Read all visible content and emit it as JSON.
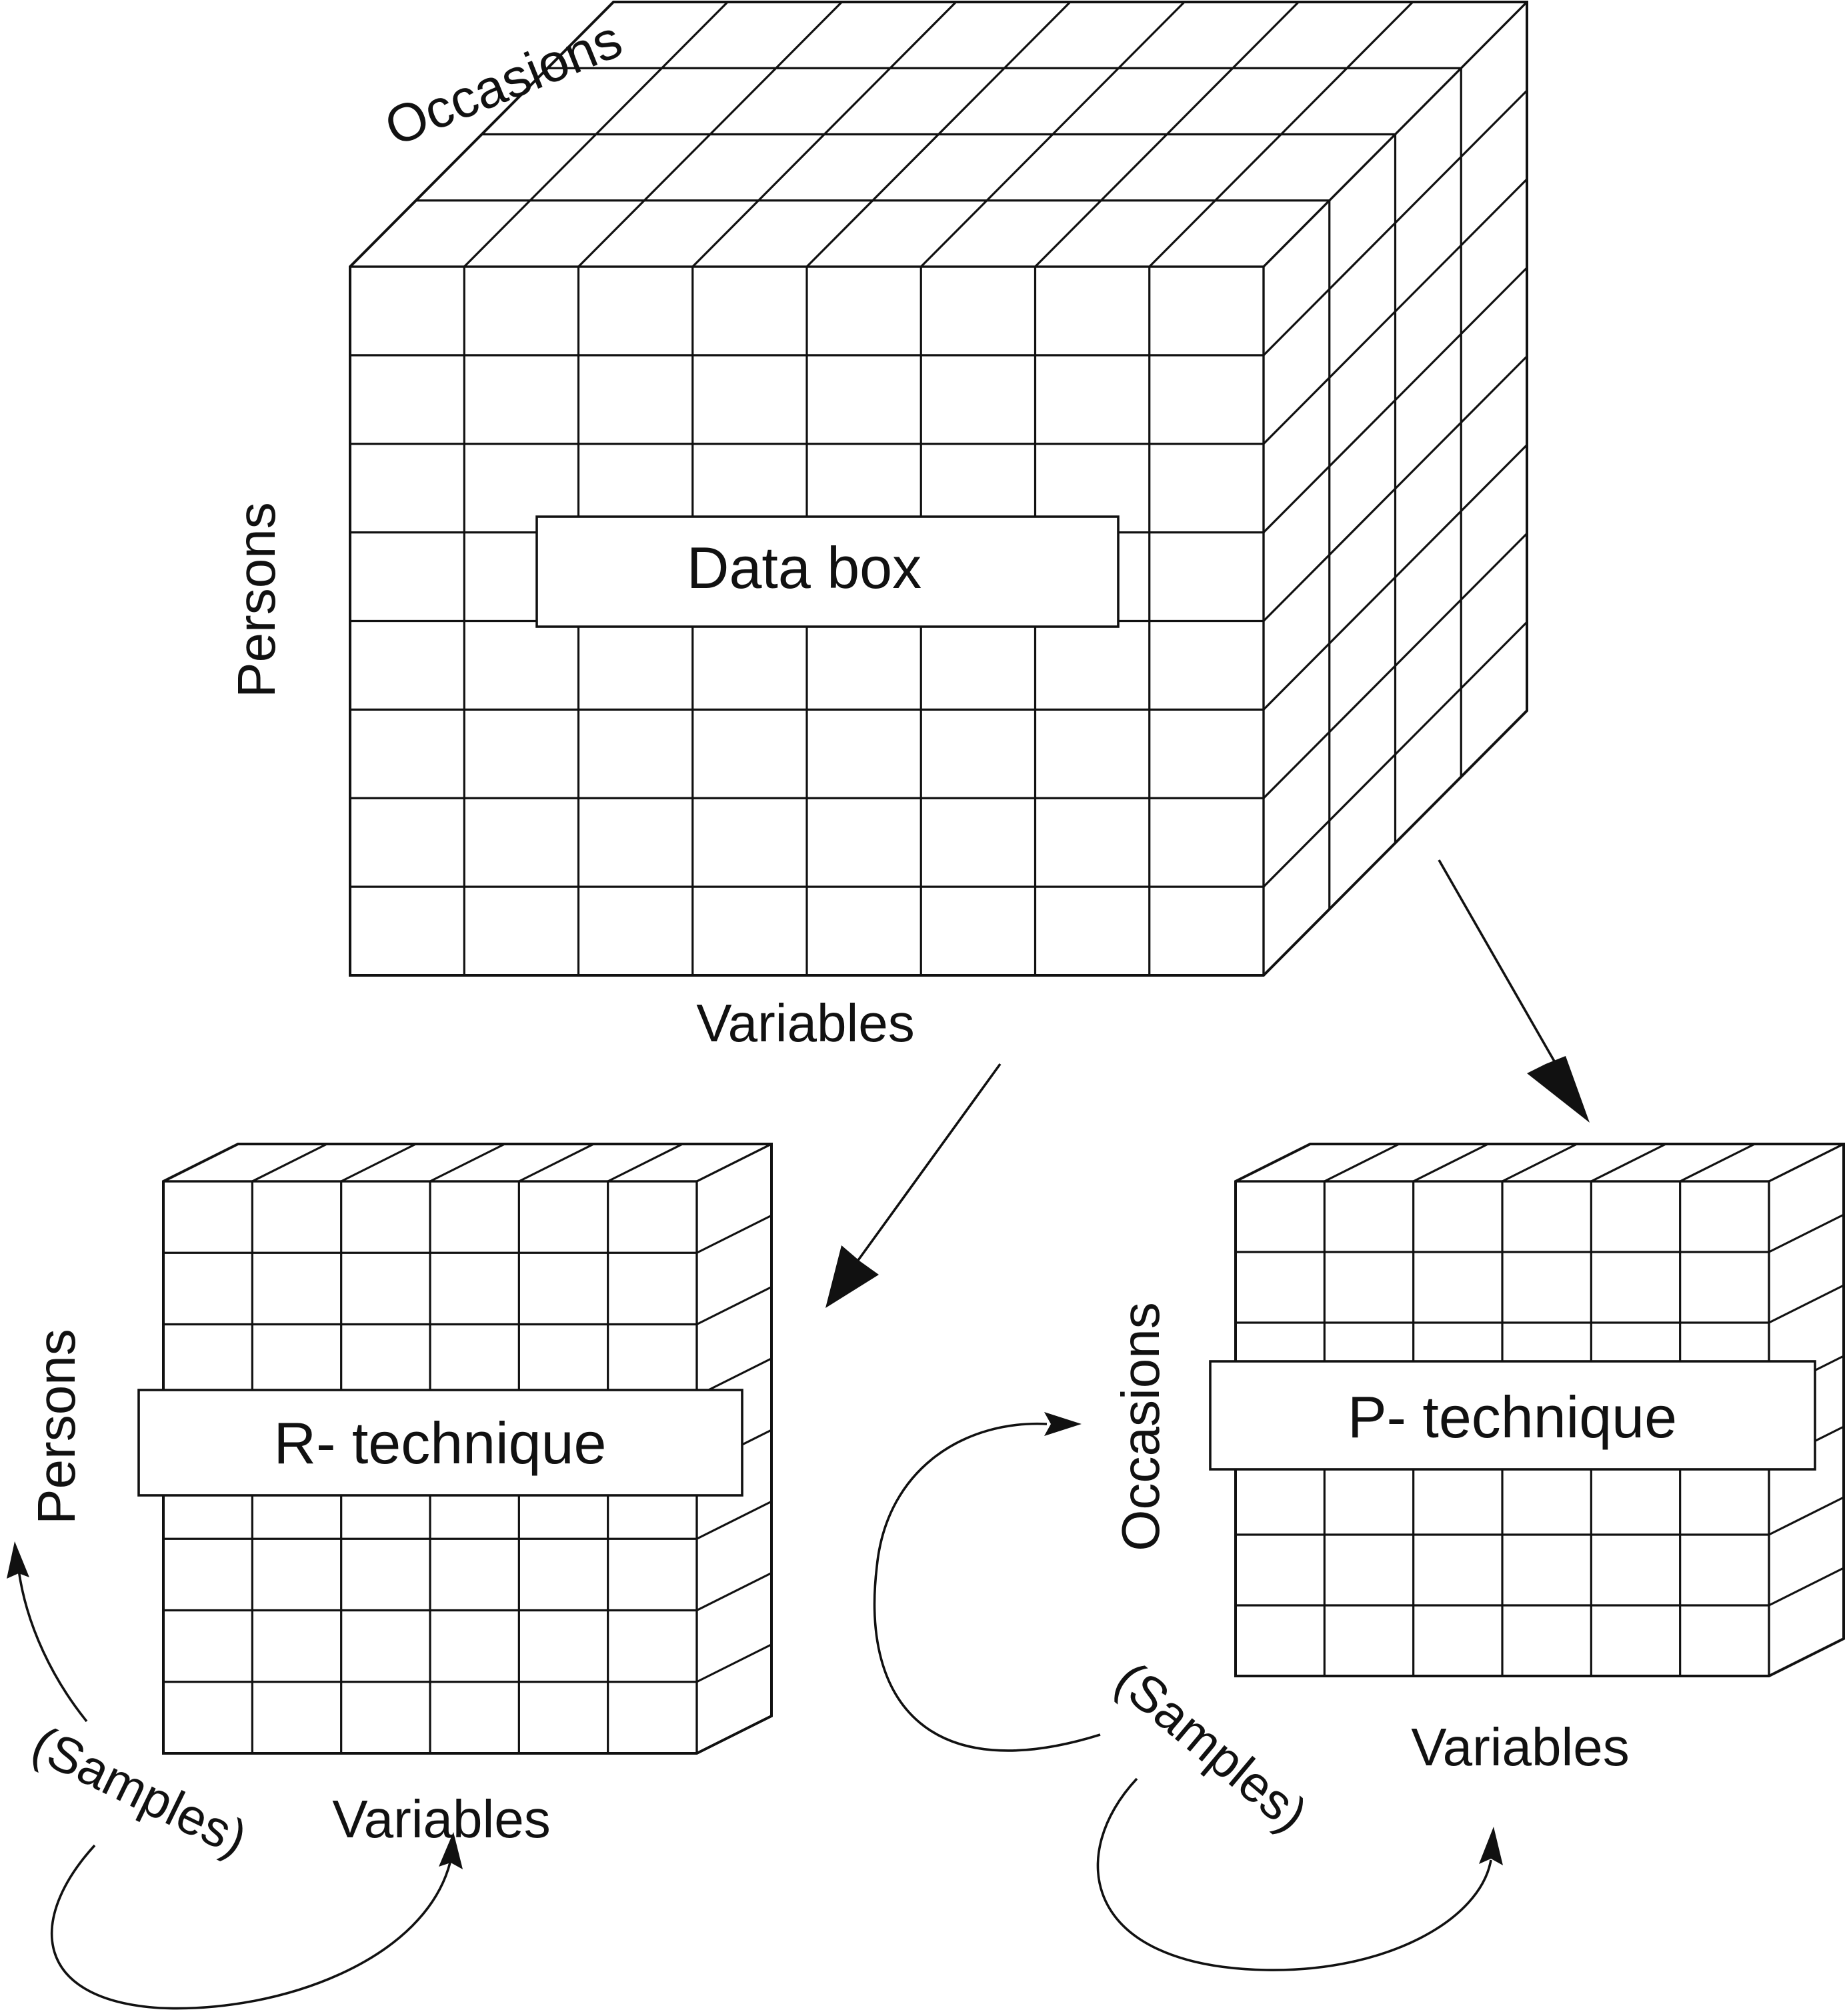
{
  "diagram": {
    "main_box": {
      "label": "Data box",
      "top_axis_label": "Occasions",
      "left_axis_label": "Persons",
      "bottom_axis_label": "Variables"
    },
    "r_box": {
      "label": "R- technique",
      "left_axis_label": "Persons",
      "bottom_axis_label": "Variables",
      "samples_label": "(Samples)"
    },
    "p_box": {
      "label": "P- technique",
      "left_axis_label": "Occasions",
      "bottom_axis_label": "Variables",
      "samples_label": "(Samples)"
    }
  }
}
